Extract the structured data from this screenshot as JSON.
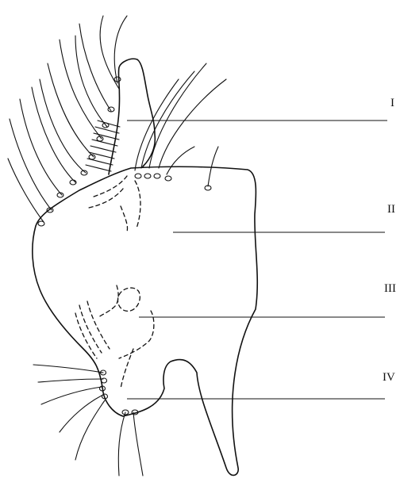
{
  "labels": [
    {
      "id": "I",
      "text": "I"
    },
    {
      "id": "II",
      "text": "II"
    },
    {
      "id": "III",
      "text": "III"
    },
    {
      "id": "IV",
      "text": "IV"
    }
  ]
}
